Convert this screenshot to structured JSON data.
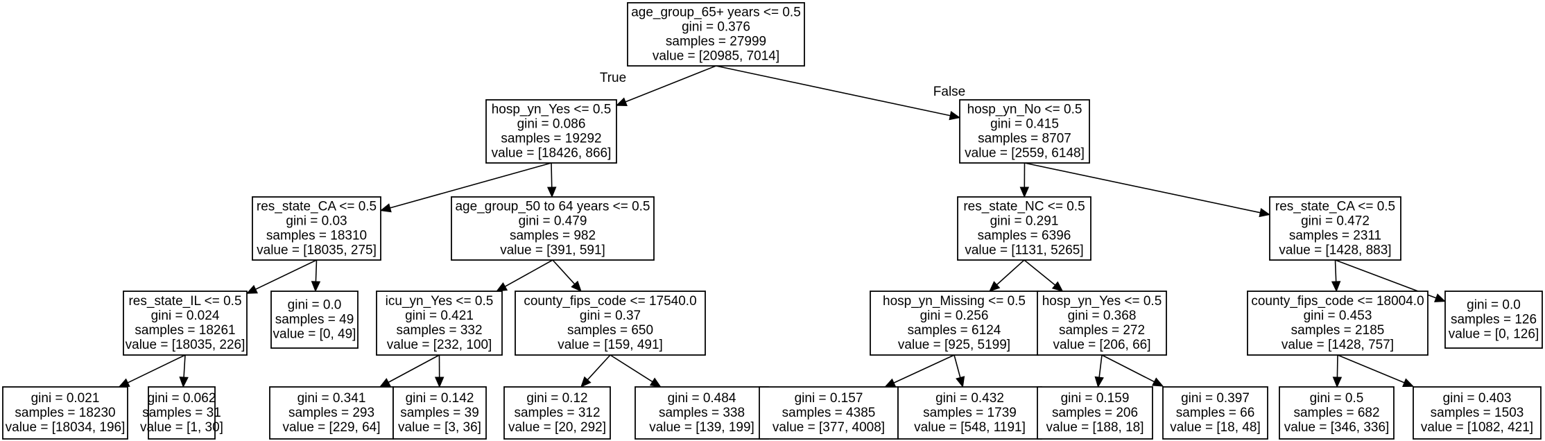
{
  "tree": {
    "nodes": [
      {
        "id": "n0",
        "lines": [
          "age_group_65+ years <= 0.5",
          "gini = 0.376",
          "samples = 27999",
          "value = [20985, 7014]"
        ]
      },
      {
        "id": "n1",
        "lines": [
          "hosp_yn_Yes <= 0.5",
          "gini = 0.086",
          "samples = 19292",
          "value = [18426, 866]"
        ]
      },
      {
        "id": "n2",
        "lines": [
          "hosp_yn_No <= 0.5",
          "gini = 0.415",
          "samples = 8707",
          "value = [2559, 6148]"
        ]
      },
      {
        "id": "n3",
        "lines": [
          "res_state_CA <= 0.5",
          "gini = 0.03",
          "samples = 18310",
          "value = [18035, 275]"
        ]
      },
      {
        "id": "n4",
        "lines": [
          "age_group_50 to 64 years <= 0.5",
          "gini = 0.479",
          "samples = 982",
          "value = [391, 591]"
        ]
      },
      {
        "id": "n5",
        "lines": [
          "res_state_NC <= 0.5",
          "gini = 0.291",
          "samples = 6396",
          "value = [1131, 5265]"
        ]
      },
      {
        "id": "n6",
        "lines": [
          "res_state_CA <= 0.5",
          "gini = 0.472",
          "samples = 2311",
          "value = [1428, 883]"
        ]
      },
      {
        "id": "n7",
        "lines": [
          "res_state_IL <= 0.5",
          "gini = 0.024",
          "samples = 18261",
          "value = [18035, 226]"
        ]
      },
      {
        "id": "n8",
        "lines": [
          "gini = 0.0",
          "samples = 49",
          "value = [0, 49]"
        ]
      },
      {
        "id": "n9",
        "lines": [
          "icu_yn_Yes <= 0.5",
          "gini = 0.421",
          "samples = 332",
          "value = [232, 100]"
        ]
      },
      {
        "id": "n10",
        "lines": [
          "county_fips_code <= 17540.0",
          "gini = 0.37",
          "samples = 650",
          "value = [159, 491]"
        ]
      },
      {
        "id": "n11",
        "lines": [
          "hosp_yn_Missing <= 0.5",
          "gini = 0.256",
          "samples = 6124",
          "value = [925, 5199]"
        ]
      },
      {
        "id": "n12",
        "lines": [
          "hosp_yn_Yes <= 0.5",
          "gini = 0.368",
          "samples = 272",
          "value = [206, 66]"
        ]
      },
      {
        "id": "n13",
        "lines": [
          "county_fips_code <= 18004.0",
          "gini = 0.453",
          "samples = 2185",
          "value = [1428, 757]"
        ]
      },
      {
        "id": "n14",
        "lines": [
          "gini = 0.0",
          "samples = 126",
          "value = [0, 126]"
        ]
      },
      {
        "id": "n15",
        "lines": [
          "gini = 0.021",
          "samples = 18230",
          "value = [18034, 196]"
        ]
      },
      {
        "id": "n16",
        "lines": [
          "gini = 0.062",
          "samples = 31",
          "value = [1, 30]"
        ]
      },
      {
        "id": "n17",
        "lines": [
          "gini = 0.341",
          "samples = 293",
          "value = [229, 64]"
        ]
      },
      {
        "id": "n18",
        "lines": [
          "gini = 0.142",
          "samples = 39",
          "value = [3, 36]"
        ]
      },
      {
        "id": "n19",
        "lines": [
          "gini = 0.12",
          "samples = 312",
          "value = [20, 292]"
        ]
      },
      {
        "id": "n20",
        "lines": [
          "gini = 0.484",
          "samples = 338",
          "value = [139, 199]"
        ]
      },
      {
        "id": "n21",
        "lines": [
          "gini = 0.157",
          "samples = 4385",
          "value = [377, 4008]"
        ]
      },
      {
        "id": "n22",
        "lines": [
          "gini = 0.432",
          "samples = 1739",
          "value = [548, 1191]"
        ]
      },
      {
        "id": "n23",
        "lines": [
          "gini = 0.159",
          "samples = 206",
          "value = [188, 18]"
        ]
      },
      {
        "id": "n24",
        "lines": [
          "gini = 0.397",
          "samples = 66",
          "value = [18, 48]"
        ]
      },
      {
        "id": "n25",
        "lines": [
          "gini = 0.5",
          "samples = 682",
          "value = [346, 336]"
        ]
      },
      {
        "id": "n26",
        "lines": [
          "gini = 0.403",
          "samples = 1503",
          "value = [1082, 421]"
        ]
      }
    ],
    "edges": [
      {
        "from": "n0",
        "to": "n1",
        "label": "True"
      },
      {
        "from": "n0",
        "to": "n2",
        "label": "False"
      },
      {
        "from": "n1",
        "to": "n3"
      },
      {
        "from": "n1",
        "to": "n4"
      },
      {
        "from": "n2",
        "to": "n5"
      },
      {
        "from": "n2",
        "to": "n6"
      },
      {
        "from": "n3",
        "to": "n7"
      },
      {
        "from": "n3",
        "to": "n8"
      },
      {
        "from": "n4",
        "to": "n9"
      },
      {
        "from": "n4",
        "to": "n10"
      },
      {
        "from": "n5",
        "to": "n11"
      },
      {
        "from": "n5",
        "to": "n12"
      },
      {
        "from": "n6",
        "to": "n13"
      },
      {
        "from": "n6",
        "to": "n14"
      },
      {
        "from": "n7",
        "to": "n15"
      },
      {
        "from": "n7",
        "to": "n16"
      },
      {
        "from": "n9",
        "to": "n17"
      },
      {
        "from": "n9",
        "to": "n18"
      },
      {
        "from": "n10",
        "to": "n19"
      },
      {
        "from": "n10",
        "to": "n20"
      },
      {
        "from": "n11",
        "to": "n21"
      },
      {
        "from": "n11",
        "to": "n22"
      },
      {
        "from": "n12",
        "to": "n23"
      },
      {
        "from": "n12",
        "to": "n24"
      },
      {
        "from": "n13",
        "to": "n25"
      },
      {
        "from": "n13",
        "to": "n26"
      }
    ]
  }
}
